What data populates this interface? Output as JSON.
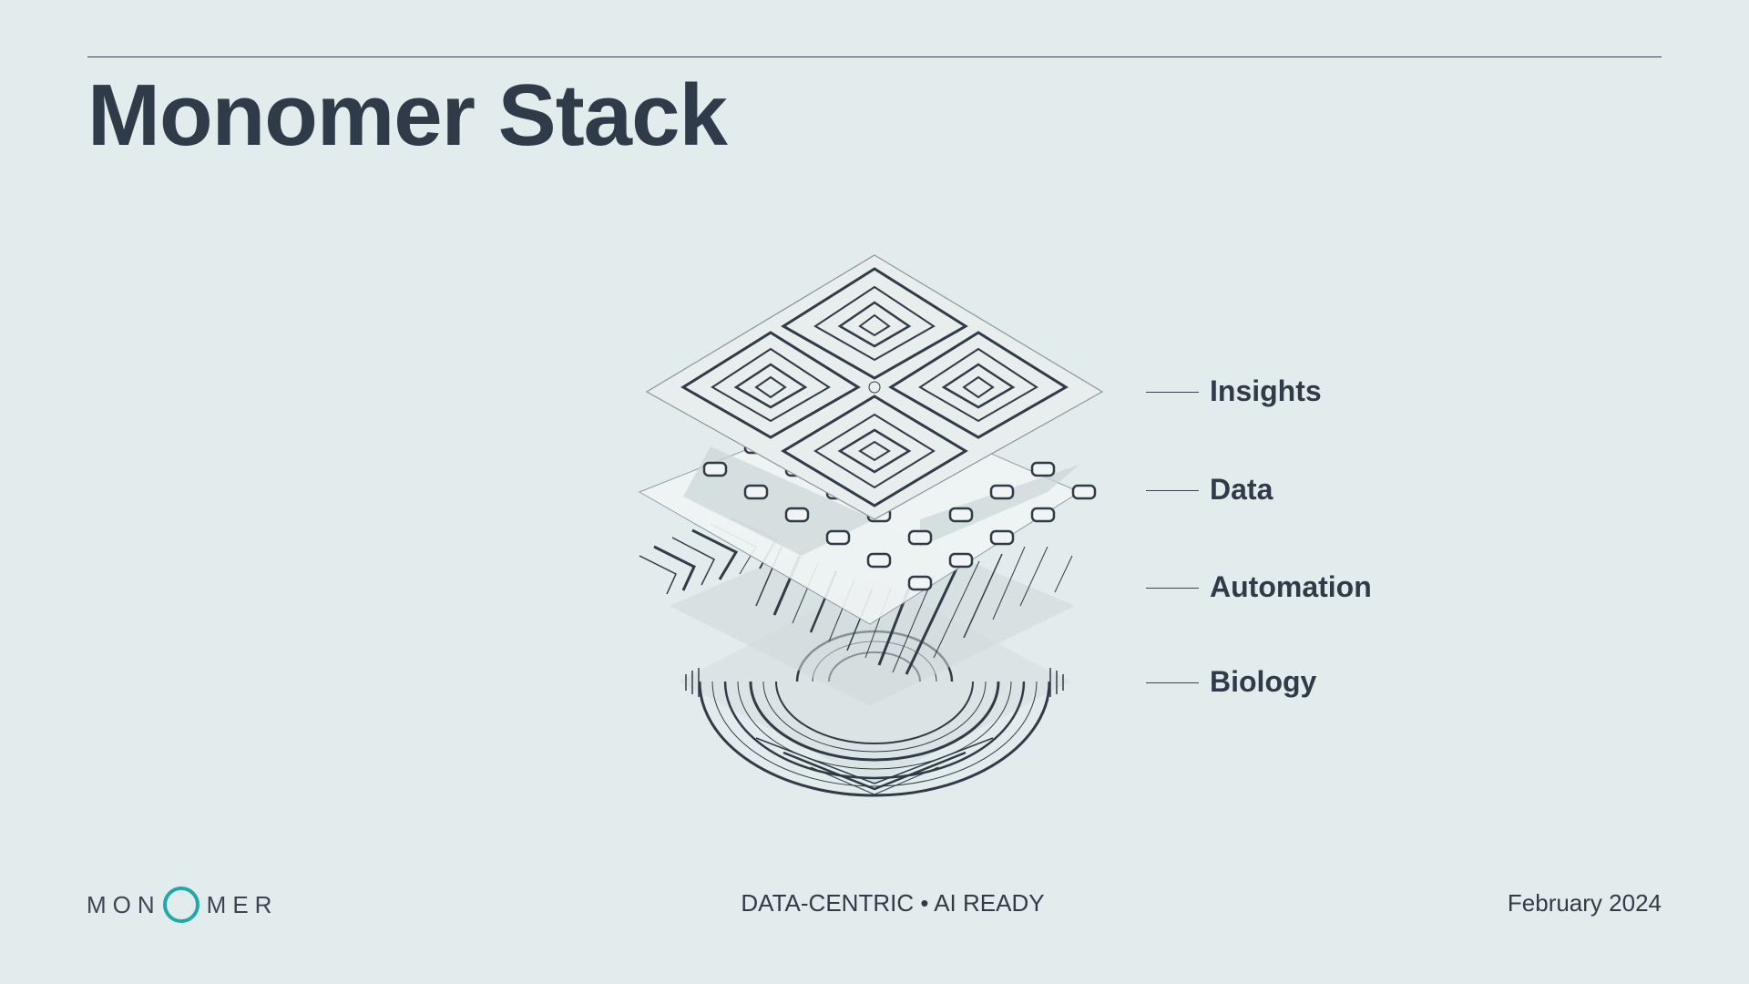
{
  "slide": {
    "title": "Monomer Stack"
  },
  "layers": [
    {
      "label": "Insights"
    },
    {
      "label": "Data"
    },
    {
      "label": "Automation"
    },
    {
      "label": "Biology"
    }
  ],
  "footer": {
    "logo_left": "MON",
    "logo_right": "MER",
    "tagline": "DATA-CENTRIC • AI READY",
    "date": "February 2024"
  },
  "colors": {
    "background": "#e3ecec",
    "text": "#2f3b48",
    "accent": "#1faaa9"
  }
}
